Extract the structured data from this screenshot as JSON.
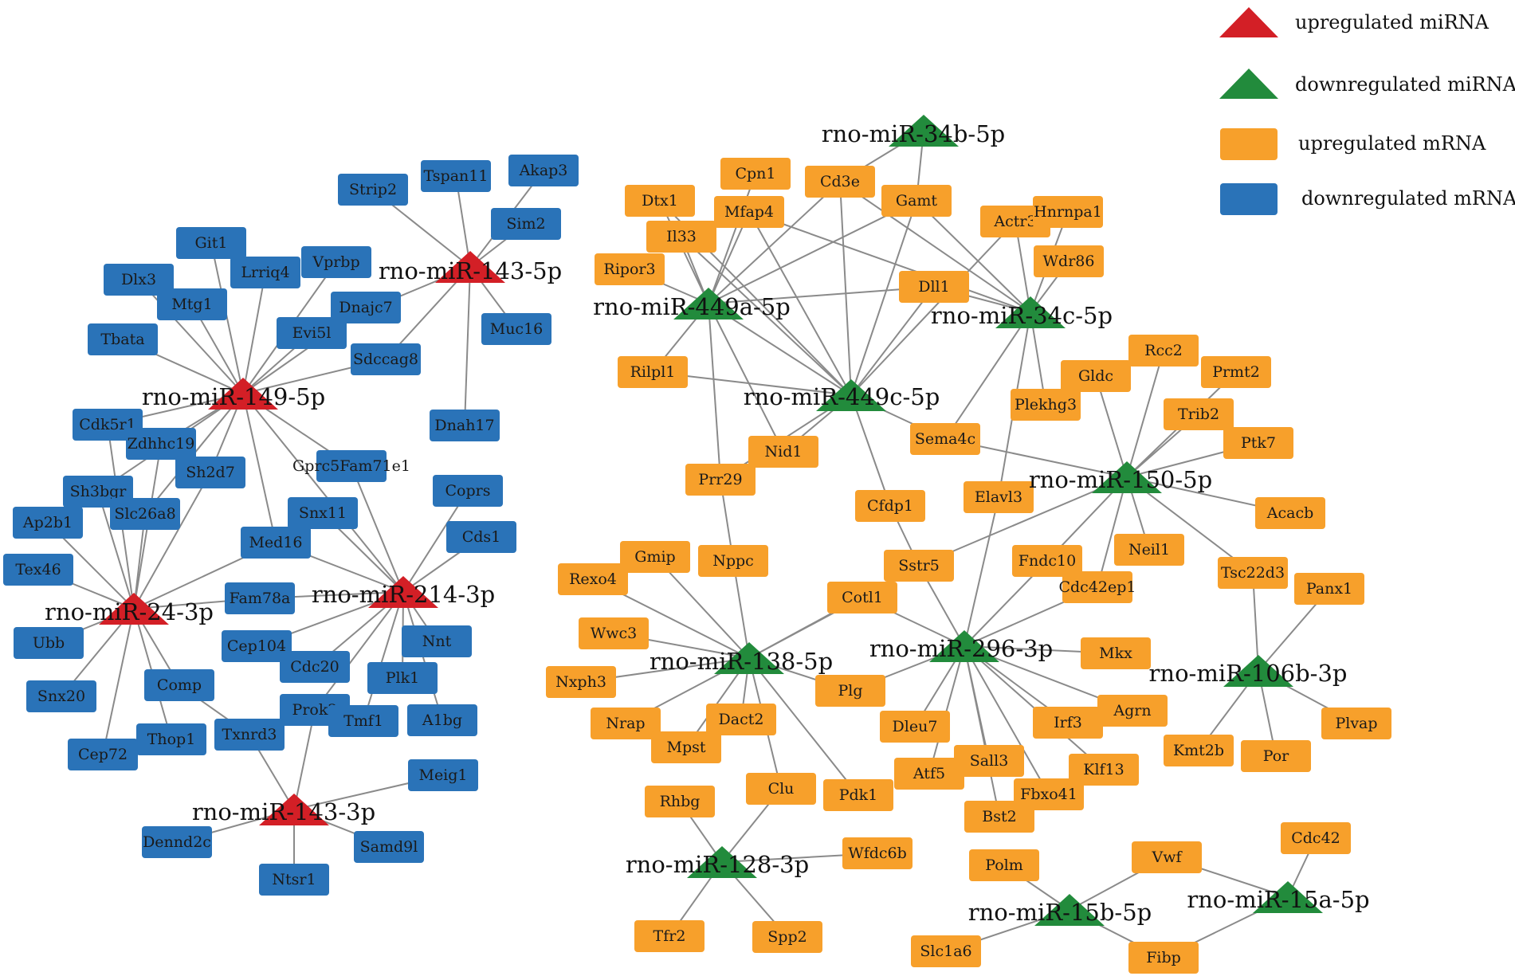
{
  "colors": {
    "up_mirna": "#d31f26",
    "down_mirna": "#228b3c",
    "up_mrna": "#f7a02b",
    "down_mrna": "#2a73b8",
    "edge": "#8a8a8a"
  },
  "legend": [
    {
      "shape": "triangle",
      "kind": "up_mirna",
      "label": "upregulated miRNA"
    },
    {
      "shape": "triangle",
      "kind": "down_mirna",
      "label": "downregulated miRNA"
    },
    {
      "shape": "box",
      "kind": "up_mrna",
      "label": "upregulated mRNA"
    },
    {
      "shape": "box",
      "kind": "down_mrna",
      "label": "downregulated mRNA"
    }
  ],
  "mirnas": [
    {
      "id": "m143_5p",
      "label": "rno-miR-143-5p",
      "kind": "up_mirna"
    },
    {
      "id": "m149_5p",
      "label": "rno-miR-149-5p",
      "kind": "up_mirna"
    },
    {
      "id": "m24_3p",
      "label": "rno-miR-24-3p",
      "kind": "up_mirna"
    },
    {
      "id": "m214_3p",
      "label": "rno-miR-214-3p",
      "kind": "up_mirna"
    },
    {
      "id": "m143_3p",
      "label": "rno-miR-143-3p",
      "kind": "up_mirna"
    },
    {
      "id": "m34b_5p",
      "label": "rno-miR-34b-5p",
      "kind": "down_mirna"
    },
    {
      "id": "m449a_5p",
      "label": "rno-miR-449a-5p",
      "kind": "down_mirna"
    },
    {
      "id": "m34c_5p",
      "label": "rno-miR-34c-5p",
      "kind": "down_mirna"
    },
    {
      "id": "m449c_5p",
      "label": "rno-miR-449c-5p",
      "kind": "down_mirna"
    },
    {
      "id": "m150_5p",
      "label": "rno-miR-150-5p",
      "kind": "down_mirna"
    },
    {
      "id": "m138_5p",
      "label": "rno-miR-138-5p",
      "kind": "down_mirna"
    },
    {
      "id": "m296_3p",
      "label": "rno-miR-296-3p",
      "kind": "down_mirna"
    },
    {
      "id": "m106b_3p",
      "label": "rno-miR-106b-3p",
      "kind": "down_mirna"
    },
    {
      "id": "m128_3p",
      "label": "rno-miR-128-3p",
      "kind": "down_mirna"
    },
    {
      "id": "m15b_5p",
      "label": "rno-miR-15b-5p",
      "kind": "down_mirna"
    },
    {
      "id": "m15a_5p",
      "label": "rno-miR-15a-5p",
      "kind": "down_mirna"
    }
  ],
  "mrnas": [
    {
      "id": "Strip2",
      "label": "Strip2",
      "kind": "down_mrna"
    },
    {
      "id": "Tspan11",
      "label": "Tspan11",
      "kind": "down_mrna"
    },
    {
      "id": "Akap3",
      "label": "Akap3",
      "kind": "down_mrna"
    },
    {
      "id": "Sim2",
      "label": "Sim2",
      "kind": "down_mrna"
    },
    {
      "id": "Git1",
      "label": "Git1",
      "kind": "down_mrna"
    },
    {
      "id": "Lrriq4",
      "label": "Lrriq4",
      "kind": "down_mrna"
    },
    {
      "id": "Vprbp",
      "label": "Vprbp",
      "kind": "down_mrna"
    },
    {
      "id": "Dlx3",
      "label": "Dlx3",
      "kind": "down_mrna"
    },
    {
      "id": "Mtg1",
      "label": "Mtg1",
      "kind": "down_mrna"
    },
    {
      "id": "Dnajc7",
      "label": "Dnajc7",
      "kind": "down_mrna"
    },
    {
      "id": "Evi5l",
      "label": "Evi5l",
      "kind": "down_mrna"
    },
    {
      "id": "Muc16",
      "label": "Muc16",
      "kind": "down_mrna"
    },
    {
      "id": "Tbata",
      "label": "Tbata",
      "kind": "down_mrna"
    },
    {
      "id": "Sdccag8",
      "label": "Sdccag8",
      "kind": "down_mrna"
    },
    {
      "id": "Cdk5r1",
      "label": "Cdk5r1",
      "kind": "down_mrna"
    },
    {
      "id": "Zdhhc19",
      "label": "Zdhhc19",
      "kind": "down_mrna"
    },
    {
      "id": "Dnah17",
      "label": "Dnah17",
      "kind": "down_mrna"
    },
    {
      "id": "Sh2d7",
      "label": "Sh2d7",
      "kind": "down_mrna"
    },
    {
      "id": "Gprc5Fam71e1",
      "label": "Gprc5Fam71e1",
      "kind": "down_mrna"
    },
    {
      "id": "Sh3bgr",
      "label": "Sh3bgr",
      "kind": "down_mrna"
    },
    {
      "id": "Coprs",
      "label": "Coprs",
      "kind": "down_mrna"
    },
    {
      "id": "Slc26a8",
      "label": "Slc26a8",
      "kind": "down_mrna"
    },
    {
      "id": "Snx11",
      "label": "Snx11",
      "kind": "down_mrna"
    },
    {
      "id": "Ap2b1",
      "label": "Ap2b1",
      "kind": "down_mrna"
    },
    {
      "id": "Cds1",
      "label": "Cds1",
      "kind": "down_mrna"
    },
    {
      "id": "Med16",
      "label": "Med16",
      "kind": "down_mrna"
    },
    {
      "id": "Tex46",
      "label": "Tex46",
      "kind": "down_mrna"
    },
    {
      "id": "Fam78a",
      "label": "Fam78a",
      "kind": "down_mrna"
    },
    {
      "id": "Nnt",
      "label": "Nnt",
      "kind": "down_mrna"
    },
    {
      "id": "Ubb",
      "label": "Ubb",
      "kind": "down_mrna"
    },
    {
      "id": "Cep104",
      "label": "Cep104",
      "kind": "down_mrna"
    },
    {
      "id": "Cdc20",
      "label": "Cdc20",
      "kind": "down_mrna"
    },
    {
      "id": "Plk1",
      "label": "Plk1",
      "kind": "down_mrna"
    },
    {
      "id": "Snx20",
      "label": "Snx20",
      "kind": "down_mrna"
    },
    {
      "id": "Comp",
      "label": "Comp",
      "kind": "down_mrna"
    },
    {
      "id": "A1bg",
      "label": "A1bg",
      "kind": "down_mrna"
    },
    {
      "id": "Prok2",
      "label": "Prok2",
      "kind": "down_mrna"
    },
    {
      "id": "Tmf1",
      "label": "Tmf1",
      "kind": "down_mrna"
    },
    {
      "id": "Thop1",
      "label": "Thop1",
      "kind": "down_mrna"
    },
    {
      "id": "Txnrd3",
      "label": "Txnrd3",
      "kind": "down_mrna"
    },
    {
      "id": "Cep72",
      "label": "Cep72",
      "kind": "down_mrna"
    },
    {
      "id": "Meig1",
      "label": "Meig1",
      "kind": "down_mrna"
    },
    {
      "id": "Dennd2c",
      "label": "Dennd2c",
      "kind": "down_mrna"
    },
    {
      "id": "Samd9l",
      "label": "Samd9l",
      "kind": "down_mrna"
    },
    {
      "id": "Ntsr1",
      "label": "Ntsr1",
      "kind": "down_mrna"
    },
    {
      "id": "Cpn1",
      "label": "Cpn1",
      "kind": "up_mrna"
    },
    {
      "id": "Dtx1",
      "label": "Dtx1",
      "kind": "up_mrna"
    },
    {
      "id": "Cd3e",
      "label": "Cd3e",
      "kind": "up_mrna"
    },
    {
      "id": "Mfap4",
      "label": "Mfap4",
      "kind": "up_mrna"
    },
    {
      "id": "Gamt",
      "label": "Gamt",
      "kind": "up_mrna"
    },
    {
      "id": "Actr3",
      "label": "Actr3",
      "kind": "up_mrna"
    },
    {
      "id": "Hnrnpa1",
      "label": "Hnrnpa1",
      "kind": "up_mrna"
    },
    {
      "id": "Il33",
      "label": "Il33",
      "kind": "up_mrna"
    },
    {
      "id": "Ripor3",
      "label": "Ripor3",
      "kind": "up_mrna"
    },
    {
      "id": "Wdr86",
      "label": "Wdr86",
      "kind": "up_mrna"
    },
    {
      "id": "Dll1",
      "label": "Dll1",
      "kind": "up_mrna"
    },
    {
      "id": "Rcc2",
      "label": "Rcc2",
      "kind": "up_mrna"
    },
    {
      "id": "Rilpl1",
      "label": "Rilpl1",
      "kind": "up_mrna"
    },
    {
      "id": "Gldc",
      "label": "Gldc",
      "kind": "up_mrna"
    },
    {
      "id": "Prmt2",
      "label": "Prmt2",
      "kind": "up_mrna"
    },
    {
      "id": "Plekhg3",
      "label": "Plekhg3",
      "kind": "up_mrna"
    },
    {
      "id": "Trib2",
      "label": "Trib2",
      "kind": "up_mrna"
    },
    {
      "id": "Sema4c",
      "label": "Sema4c",
      "kind": "up_mrna"
    },
    {
      "id": "Ptk7",
      "label": "Ptk7",
      "kind": "up_mrna"
    },
    {
      "id": "Nid1",
      "label": "Nid1",
      "kind": "up_mrna"
    },
    {
      "id": "Prr29",
      "label": "Prr29",
      "kind": "up_mrna"
    },
    {
      "id": "Elavl3",
      "label": "Elavl3",
      "kind": "up_mrna"
    },
    {
      "id": "Cfdp1",
      "label": "Cfdp1",
      "kind": "up_mrna"
    },
    {
      "id": "Acacb",
      "label": "Acacb",
      "kind": "up_mrna"
    },
    {
      "id": "Gmip",
      "label": "Gmip",
      "kind": "up_mrna"
    },
    {
      "id": "Nppc",
      "label": "Nppc",
      "kind": "up_mrna"
    },
    {
      "id": "Sstr5",
      "label": "Sstr5",
      "kind": "up_mrna"
    },
    {
      "id": "Neil1",
      "label": "Neil1",
      "kind": "up_mrna"
    },
    {
      "id": "Rexo4",
      "label": "Rexo4",
      "kind": "up_mrna"
    },
    {
      "id": "Fndc10",
      "label": "Fndc10",
      "kind": "up_mrna"
    },
    {
      "id": "Tsc22d3",
      "label": "Tsc22d3",
      "kind": "up_mrna"
    },
    {
      "id": "Cdc42ep1",
      "label": "Cdc42ep1",
      "kind": "up_mrna"
    },
    {
      "id": "Panx1",
      "label": "Panx1",
      "kind": "up_mrna"
    },
    {
      "id": "Cotl1",
      "label": "Cotl1",
      "kind": "up_mrna"
    },
    {
      "id": "Wwc3",
      "label": "Wwc3",
      "kind": "up_mrna"
    },
    {
      "id": "Mkx",
      "label": "Mkx",
      "kind": "up_mrna"
    },
    {
      "id": "Nxph3",
      "label": "Nxph3",
      "kind": "up_mrna"
    },
    {
      "id": "Plg",
      "label": "Plg",
      "kind": "up_mrna"
    },
    {
      "id": "Agrn",
      "label": "Agrn",
      "kind": "up_mrna"
    },
    {
      "id": "Nrap",
      "label": "Nrap",
      "kind": "up_mrna"
    },
    {
      "id": "Dact2",
      "label": "Dact2",
      "kind": "up_mrna"
    },
    {
      "id": "Dleu7",
      "label": "Dleu7",
      "kind": "up_mrna"
    },
    {
      "id": "Irf3",
      "label": "Irf3",
      "kind": "up_mrna"
    },
    {
      "id": "Plvap",
      "label": "Plvap",
      "kind": "up_mrna"
    },
    {
      "id": "Mpst",
      "label": "Mpst",
      "kind": "up_mrna"
    },
    {
      "id": "Kmt2b",
      "label": "Kmt2b",
      "kind": "up_mrna"
    },
    {
      "id": "Por",
      "label": "Por",
      "kind": "up_mrna"
    },
    {
      "id": "Sall3",
      "label": "Sall3",
      "kind": "up_mrna"
    },
    {
      "id": "Atf5",
      "label": "Atf5",
      "kind": "up_mrna"
    },
    {
      "id": "Klf13",
      "label": "Klf13",
      "kind": "up_mrna"
    },
    {
      "id": "Clu",
      "label": "Clu",
      "kind": "up_mrna"
    },
    {
      "id": "Rhbg",
      "label": "Rhbg",
      "kind": "up_mrna"
    },
    {
      "id": "Pdk1",
      "label": "Pdk1",
      "kind": "up_mrna"
    },
    {
      "id": "Fbxo41",
      "label": "Fbxo41",
      "kind": "up_mrna"
    },
    {
      "id": "Bst2",
      "label": "Bst2",
      "kind": "up_mrna"
    },
    {
      "id": "Cdc42",
      "label": "Cdc42",
      "kind": "up_mrna"
    },
    {
      "id": "Wfdc6b",
      "label": "Wfdc6b",
      "kind": "up_mrna"
    },
    {
      "id": "Vwf",
      "label": "Vwf",
      "kind": "up_mrna"
    },
    {
      "id": "Polm",
      "label": "Polm",
      "kind": "up_mrna"
    },
    {
      "id": "Tfr2",
      "label": "Tfr2",
      "kind": "up_mrna"
    },
    {
      "id": "Spp2",
      "label": "Spp2",
      "kind": "up_mrna"
    },
    {
      "id": "Slc1a6",
      "label": "Slc1a6",
      "kind": "up_mrna"
    },
    {
      "id": "Fibp",
      "label": "Fibp",
      "kind": "up_mrna"
    }
  ],
  "edges": [
    [
      "m143_5p",
      "Tspan11"
    ],
    [
      "m143_5p",
      "Akap3"
    ],
    [
      "m143_5p",
      "Sim2"
    ],
    [
      "m143_5p",
      "Strip2"
    ],
    [
      "m143_5p",
      "Muc16"
    ],
    [
      "m143_5p",
      "Dnah17"
    ],
    [
      "m143_5p",
      "Sdccag8"
    ],
    [
      "m143_5p",
      "Evi5l"
    ],
    [
      "m149_5p",
      "Git1"
    ],
    [
      "m149_5p",
      "Lrriq4"
    ],
    [
      "m149_5p",
      "Vprbp"
    ],
    [
      "m149_5p",
      "Dlx3"
    ],
    [
      "m149_5p",
      "Mtg1"
    ],
    [
      "m149_5p",
      "Tbata"
    ],
    [
      "m149_5p",
      "Evi5l"
    ],
    [
      "m149_5p",
      "Dnajc7"
    ],
    [
      "m149_5p",
      "Sdccag8"
    ],
    [
      "m149_5p",
      "Cdk5r1"
    ],
    [
      "m149_5p",
      "Zdhhc19"
    ],
    [
      "m149_5p",
      "Sh2d7"
    ],
    [
      "m149_5p",
      "Gprc5Fam71e1"
    ],
    [
      "m149_5p",
      "Med16"
    ],
    [
      "m149_5p",
      "Sh3bgr"
    ],
    [
      "m149_5p",
      "Slc26a8"
    ],
    [
      "m149_5p",
      "m214_3p"
    ],
    [
      "m24_3p",
      "Ap2b1"
    ],
    [
      "m24_3p",
      "Tex46"
    ],
    [
      "m24_3p",
      "Ubb"
    ],
    [
      "m24_3p",
      "Snx20"
    ],
    [
      "m24_3p",
      "Cep72"
    ],
    [
      "m24_3p",
      "Thop1"
    ],
    [
      "m24_3p",
      "Comp"
    ],
    [
      "m24_3p",
      "Fam78a"
    ],
    [
      "m24_3p",
      "Med16"
    ],
    [
      "m24_3p",
      "Slc26a8"
    ],
    [
      "m24_3p",
      "Sh3bgr"
    ],
    [
      "m24_3p",
      "Zdhhc19"
    ],
    [
      "m24_3p",
      "Sh2d7"
    ],
    [
      "m24_3p",
      "Cdk5r1"
    ],
    [
      "m214_3p",
      "Gprc5Fam71e1"
    ],
    [
      "m214_3p",
      "Snx11"
    ],
    [
      "m214_3p",
      "Coprs"
    ],
    [
      "m214_3p",
      "Cds1"
    ],
    [
      "m214_3p",
      "Nnt"
    ],
    [
      "m214_3p",
      "A1bg"
    ],
    [
      "m214_3p",
      "Plk1"
    ],
    [
      "m214_3p",
      "Tmf1"
    ],
    [
      "m214_3p",
      "Prok2"
    ],
    [
      "m214_3p",
      "Cdc20"
    ],
    [
      "m214_3p",
      "Cep104"
    ],
    [
      "m214_3p",
      "Fam78a"
    ],
    [
      "m214_3p",
      "Med16"
    ],
    [
      "m143_3p",
      "Txnrd3"
    ],
    [
      "m143_3p",
      "Prok2"
    ],
    [
      "m143_3p",
      "Meig1"
    ],
    [
      "m143_3p",
      "Samd9l"
    ],
    [
      "m143_3p",
      "Ntsr1"
    ],
    [
      "m143_3p",
      "Dennd2c"
    ],
    [
      "Comp",
      "Txnrd3"
    ],
    [
      "m34b_5p",
      "Cd3e"
    ],
    [
      "m34b_5p",
      "Gamt"
    ],
    [
      "m449a_5p",
      "Dtx1"
    ],
    [
      "m449a_5p",
      "Cpn1"
    ],
    [
      "m449a_5p",
      "Mfap4"
    ],
    [
      "m449a_5p",
      "Il33"
    ],
    [
      "m449a_5p",
      "Ripor3"
    ],
    [
      "m449a_5p",
      "Cd3e"
    ],
    [
      "m449a_5p",
      "Gamt"
    ],
    [
      "m449a_5p",
      "Dll1"
    ],
    [
      "m449a_5p",
      "Rilpl1"
    ],
    [
      "m449a_5p",
      "Nid1"
    ],
    [
      "m449a_5p",
      "Prr29"
    ],
    [
      "m449a_5p",
      "m449c_5p"
    ],
    [
      "m449c_5p",
      "Dtx1"
    ],
    [
      "m449c_5p",
      "Mfap4"
    ],
    [
      "m449c_5p",
      "Il33"
    ],
    [
      "m449c_5p",
      "Cd3e"
    ],
    [
      "m449c_5p",
      "Gamt"
    ],
    [
      "m449c_5p",
      "Actr3"
    ],
    [
      "m449c_5p",
      "Dll1"
    ],
    [
      "m449c_5p",
      "Rilpl1"
    ],
    [
      "m449c_5p",
      "Sema4c"
    ],
    [
      "m449c_5p",
      "Nid1"
    ],
    [
      "m449c_5p",
      "Prr29"
    ],
    [
      "m449c_5p",
      "Cfdp1"
    ],
    [
      "m34c_5p",
      "Gamt"
    ],
    [
      "m34c_5p",
      "Cd3e"
    ],
    [
      "m34c_5p",
      "Actr3"
    ],
    [
      "m34c_5p",
      "Hnrnpa1"
    ],
    [
      "m34c_5p",
      "Wdr86"
    ],
    [
      "m34c_5p",
      "Dll1"
    ],
    [
      "m34c_5p",
      "Plekhg3"
    ],
    [
      "m34c_5p",
      "Sema4c"
    ],
    [
      "m34c_5p",
      "Elavl3"
    ],
    [
      "m34c_5p",
      "Mfap4"
    ],
    [
      "m150_5p",
      "Rcc2"
    ],
    [
      "m150_5p",
      "Gldc"
    ],
    [
      "m150_5p",
      "Prmt2"
    ],
    [
      "m150_5p",
      "Trib2"
    ],
    [
      "m150_5p",
      "Ptk7"
    ],
    [
      "m150_5p",
      "Acacb"
    ],
    [
      "m150_5p",
      "Neil1"
    ],
    [
      "m150_5p",
      "Tsc22d3"
    ],
    [
      "m150_5p",
      "Cdc42ep1"
    ],
    [
      "m150_5p",
      "Fndc10"
    ],
    [
      "m150_5p",
      "Sstr5"
    ],
    [
      "m150_5p",
      "Sema4c"
    ],
    [
      "m138_5p",
      "Gmip"
    ],
    [
      "m138_5p",
      "Nppc"
    ],
    [
      "m138_5p",
      "Rexo4"
    ],
    [
      "m138_5p",
      "Wwc3"
    ],
    [
      "m138_5p",
      "Nxph3"
    ],
    [
      "m138_5p",
      "Nrap"
    ],
    [
      "m138_5p",
      "Mpst"
    ],
    [
      "m138_5p",
      "Dact2"
    ],
    [
      "m138_5p",
      "Clu"
    ],
    [
      "m138_5p",
      "Pdk1"
    ],
    [
      "m138_5p",
      "Plg"
    ],
    [
      "m138_5p",
      "Cotl1"
    ],
    [
      "m138_5p",
      "Sstr5"
    ],
    [
      "Nppc",
      "Prr29"
    ],
    [
      "Sstr5",
      "Cfdp1"
    ],
    [
      "m296_3p",
      "Cotl1"
    ],
    [
      "m296_3p",
      "Sstr5"
    ],
    [
      "m296_3p",
      "Fndc10"
    ],
    [
      "m296_3p",
      "Cdc42ep1"
    ],
    [
      "m296_3p",
      "Mkx"
    ],
    [
      "m296_3p",
      "Agrn"
    ],
    [
      "m296_3p",
      "Irf3"
    ],
    [
      "m296_3p",
      "Klf13"
    ],
    [
      "m296_3p",
      "Fbxo41"
    ],
    [
      "m296_3p",
      "Bst2"
    ],
    [
      "m296_3p",
      "Sall3"
    ],
    [
      "m296_3p",
      "Atf5"
    ],
    [
      "m296_3p",
      "Dleu7"
    ],
    [
      "m296_3p",
      "Plg"
    ],
    [
      "m296_3p",
      "Elavl3"
    ],
    [
      "m106b_3p",
      "Tsc22d3"
    ],
    [
      "m106b_3p",
      "Panx1"
    ],
    [
      "m106b_3p",
      "Plvap"
    ],
    [
      "m106b_3p",
      "Por"
    ],
    [
      "m106b_3p",
      "Kmt2b"
    ],
    [
      "m128_3p",
      "Rhbg"
    ],
    [
      "m128_3p",
      "Clu"
    ],
    [
      "m128_3p",
      "Wfdc6b"
    ],
    [
      "m128_3p",
      "Tfr2"
    ],
    [
      "m128_3p",
      "Spp2"
    ],
    [
      "m15b_5p",
      "Polm"
    ],
    [
      "m15b_5p",
      "Vwf"
    ],
    [
      "m15b_5p",
      "Slc1a6"
    ],
    [
      "m15b_5p",
      "Fibp"
    ],
    [
      "m15a_5p",
      "Vwf"
    ],
    [
      "m15a_5p",
      "Cdc42"
    ],
    [
      "m15a_5p",
      "Fibp"
    ]
  ]
}
